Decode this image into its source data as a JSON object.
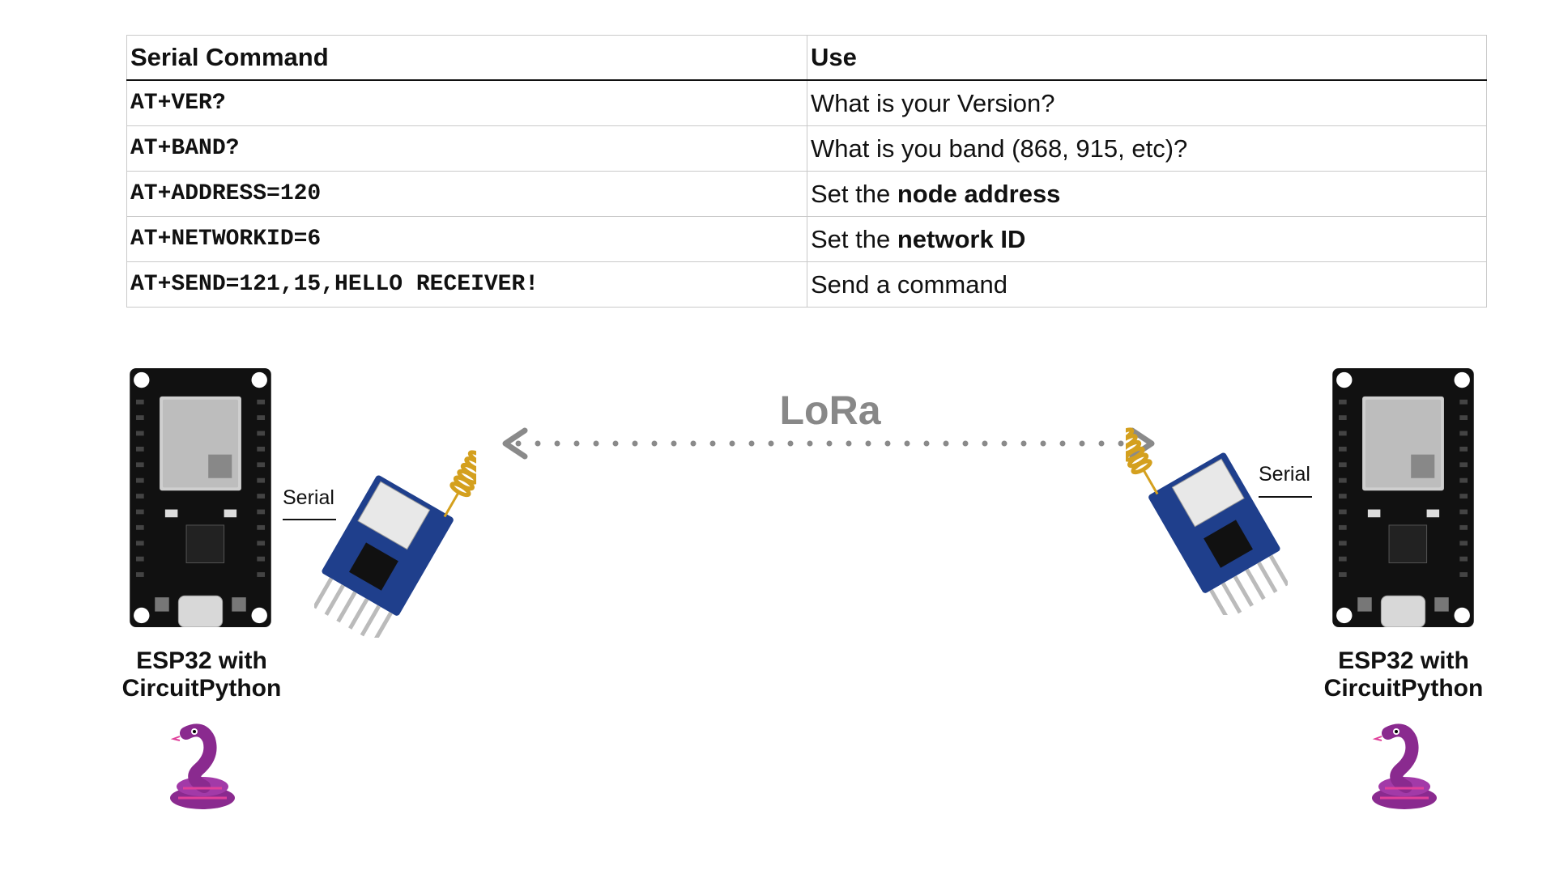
{
  "table": {
    "headers": [
      "Serial Command",
      "Use"
    ],
    "rows": [
      {
        "command": "AT+VER?",
        "use_pre": "What is your Version?",
        "use_bold": ""
      },
      {
        "command": "AT+BAND?",
        "use_pre": "What is you band (868, 915, etc)?",
        "use_bold": ""
      },
      {
        "command": "AT+ADDRESS=120",
        "use_pre": "Set the ",
        "use_bold": "node address"
      },
      {
        "command": "AT+NETWORKID=6",
        "use_pre": "Set the ",
        "use_bold": "network ID"
      },
      {
        "command": "AT+SEND=121,15,HELLO RECEIVER!",
        "use_pre": "Send a command",
        "use_bold": ""
      }
    ]
  },
  "diagram": {
    "link_label": "LoRa",
    "left": {
      "serial_label": "Serial",
      "caption_line1": "ESP32 with",
      "caption_line2": "CircuitPython"
    },
    "right": {
      "serial_label": "Serial",
      "caption_line1": "ESP32 with",
      "caption_line2": "CircuitPython"
    },
    "icons": {
      "board": "esp32-board-icon",
      "radio": "lora-radio-module-icon",
      "mascot": "circuitpython-snake-icon",
      "arrow": "bidirectional-dotted-arrow"
    },
    "colors": {
      "arrow": "#8a8a8a",
      "lora_text": "#888888",
      "snake": "#8a2a8f",
      "snake_accent": "#e0409a"
    }
  }
}
